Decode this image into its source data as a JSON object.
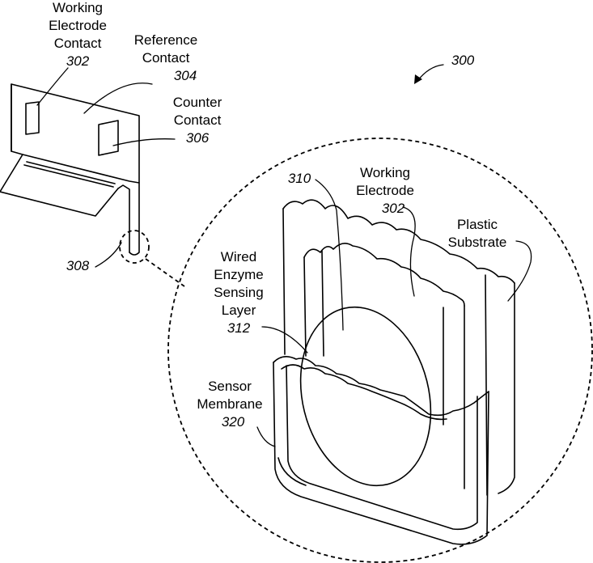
{
  "figure": {
    "ref_main": "300",
    "working_electrode_contact": {
      "lines": [
        "Working",
        "Electrode",
        "Contact"
      ],
      "ref": "302"
    },
    "reference_contact": {
      "lines": [
        "Reference",
        "Contact"
      ],
      "ref": "304"
    },
    "counter_contact": {
      "lines": [
        "Counter",
        "Contact"
      ],
      "ref": "306"
    },
    "tip_ref": "308",
    "ref_310": "310",
    "working_electrode": {
      "lines": [
        "Working",
        "Electrode"
      ],
      "ref": "302"
    },
    "plastic_substrate": {
      "lines": [
        "Plastic",
        "Substrate"
      ]
    },
    "wired_enzyme_layer": {
      "lines": [
        "Wired",
        "Enzyme",
        "Sensing",
        "Layer"
      ],
      "ref": "312"
    },
    "sensor_membrane": {
      "lines": [
        "Sensor",
        "Membrane"
      ],
      "ref": "320"
    }
  }
}
